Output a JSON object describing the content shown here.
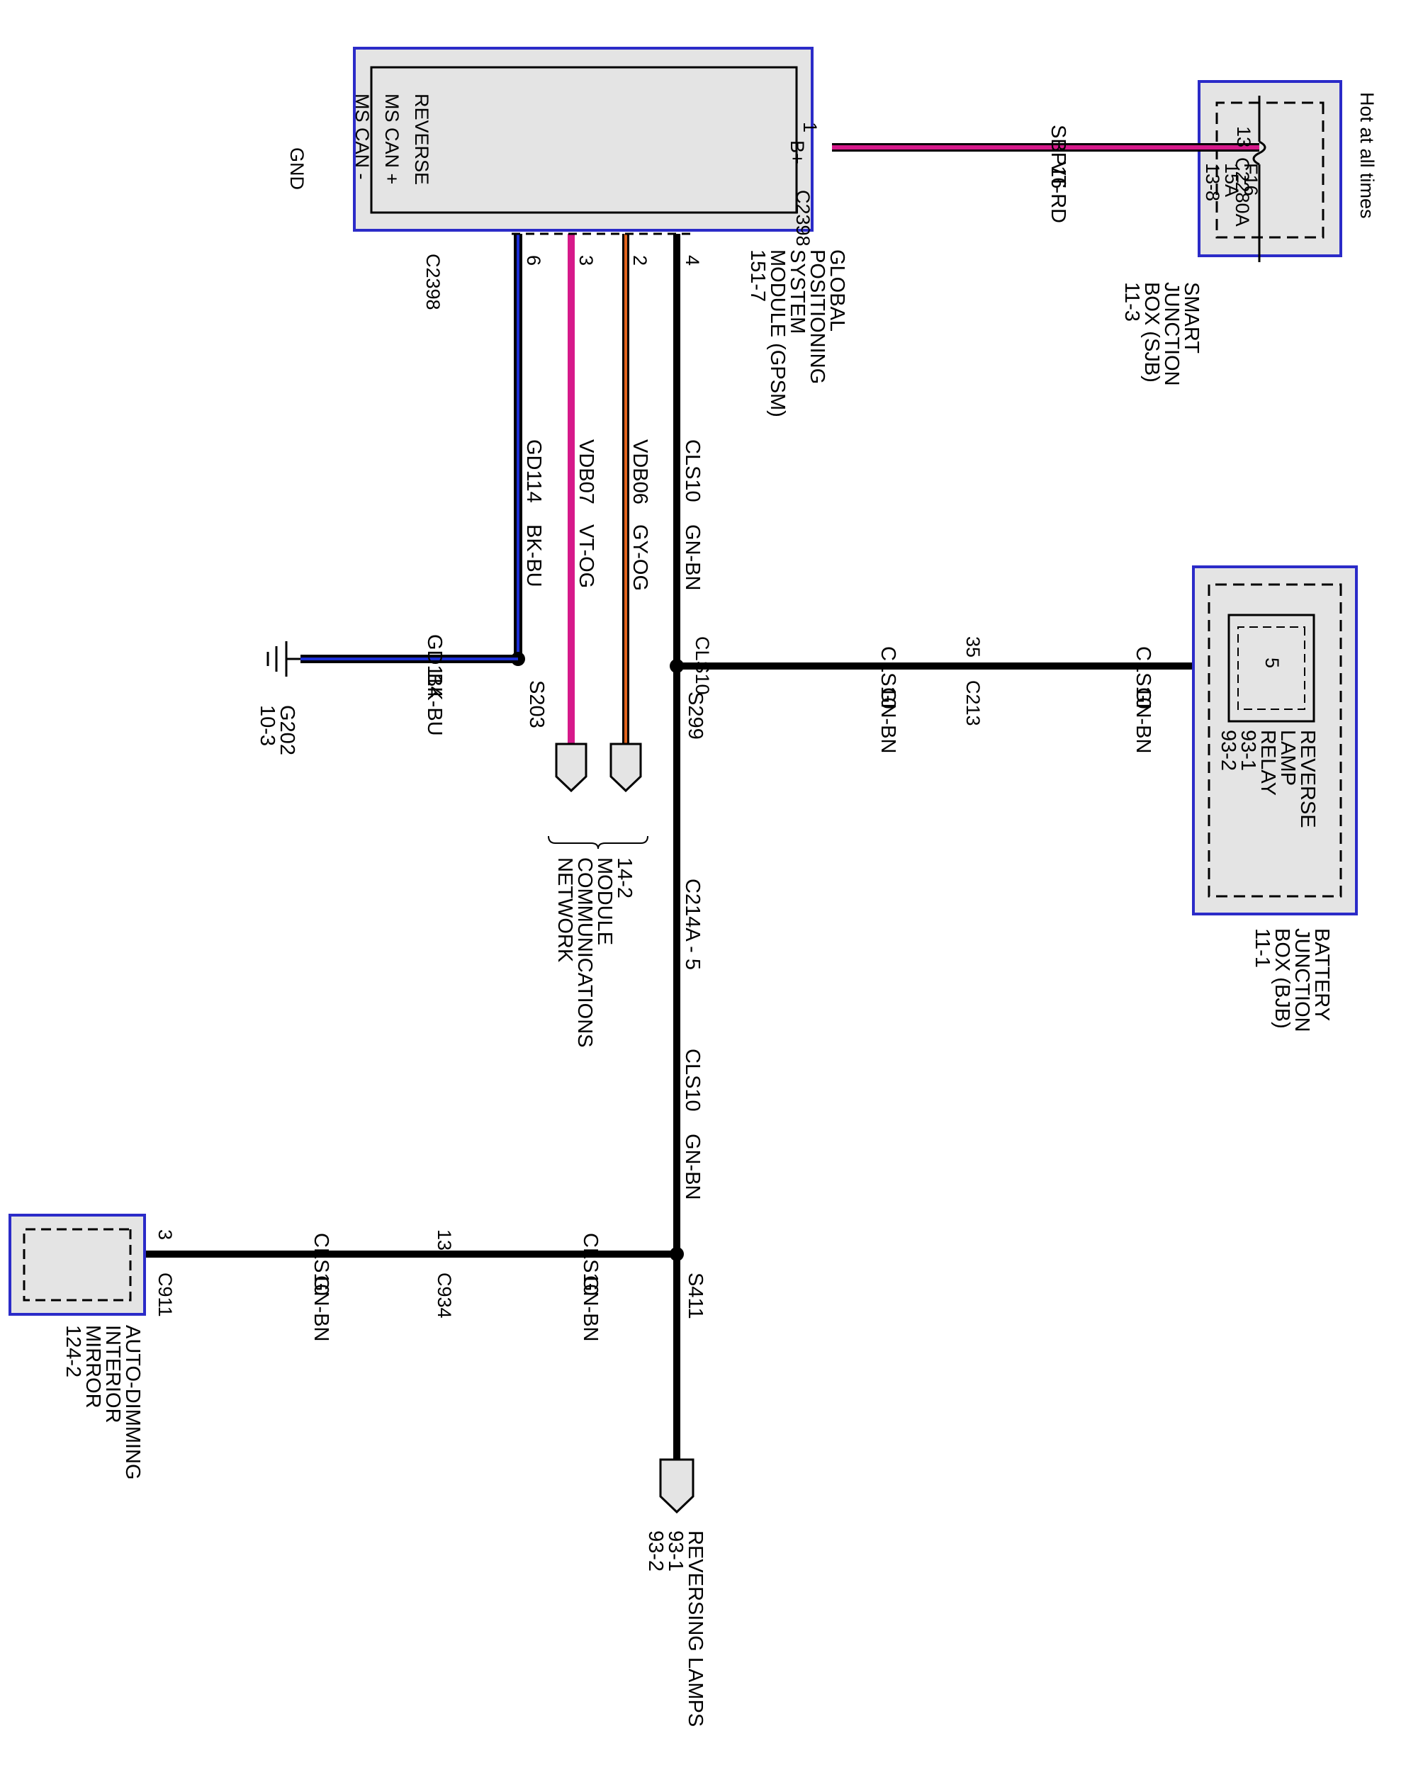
{
  "colors": {
    "box_border": "#2b2bc8",
    "box_fill": "#e4e4e4",
    "wire_black": "#000000",
    "wire_violet": "#d6198a",
    "wire_orange": "#e0631e",
    "wire_blue": "#1c2fd6"
  },
  "sjb": {
    "label": [
      "SMART",
      "JUNCTION",
      "BOX (SJB)",
      "11-3"
    ],
    "hot_label": "Hot at all times",
    "fuse": [
      "F16",
      "15A",
      "13-8"
    ]
  },
  "gpsm": {
    "label": [
      "GLOBAL",
      "POSITIONING",
      "SYSTEM",
      "MODULE (GPSM)",
      "151-7"
    ],
    "pins": {
      "bplus": "B+",
      "reverse": "REVERSE",
      "mscan_plus": "MS CAN +",
      "mscan_minus": "MS CAN -",
      "gnd": "GND"
    },
    "connector": "C2398",
    "pin_numbers": {
      "bplus": "1",
      "reverse": "4",
      "mscan_plus": "2",
      "mscan_minus": "3",
      "gnd": "6"
    }
  },
  "power_wire": {
    "circuit": "SBP16",
    "color": "VT-RD",
    "from_connector": "C2280A",
    "from_pin": "13"
  },
  "vertical_wires": {
    "reverse": {
      "circuit": "CLS10",
      "color": "GN-BN"
    },
    "mscan_plus": {
      "circuit": "VDB06",
      "color": "GY-OG"
    },
    "mscan_minus": {
      "circuit": "VDB07",
      "color": "VT-OG"
    },
    "gnd": {
      "circuit": "GD114",
      "color": "BK-BU"
    }
  },
  "ground": {
    "splice": "S203",
    "circuit": "GD114",
    "color": "BK-BU",
    "label": [
      "G202",
      "10-3"
    ]
  },
  "network": {
    "label": [
      "14-2",
      "MODULE",
      "COMMUNICATIONS",
      "NETWORK"
    ]
  },
  "s299": {
    "splice": "S299",
    "wire_left": {
      "circuit": "CLS10",
      "color": "GN-BN"
    },
    "wire_right": {
      "circuit": "CLS10",
      "color": "GN-BN"
    },
    "connector": "C213",
    "pin": "35"
  },
  "bjb": {
    "label": [
      "BATTERY",
      "JUNCTION",
      "BOX (BJB)",
      "11-1"
    ],
    "relay_label": [
      "REVERSE",
      "LAMP",
      "RELAY",
      "93-1",
      "93-2"
    ],
    "relay_pin": "5"
  },
  "c214a": {
    "label": "C214A - 5",
    "wire": {
      "circuit": "CLS10",
      "color": "GN-BN"
    }
  },
  "s411": {
    "splice": "S411",
    "wire_right": {
      "circuit": "CLS10",
      "color": "GN-BN"
    },
    "wire_left": {
      "circuit": "CLS10",
      "color": "GN-BN"
    },
    "c934": "C934",
    "c934_pin": "13",
    "c911": "C911",
    "c911_pin": "3"
  },
  "mirror": {
    "label": [
      "AUTO-DIMMING",
      "INTERIOR",
      "MIRROR",
      "124-2"
    ]
  },
  "reversing": {
    "label": [
      "REVERSING LAMPS",
      "93-1",
      "93-2"
    ]
  }
}
